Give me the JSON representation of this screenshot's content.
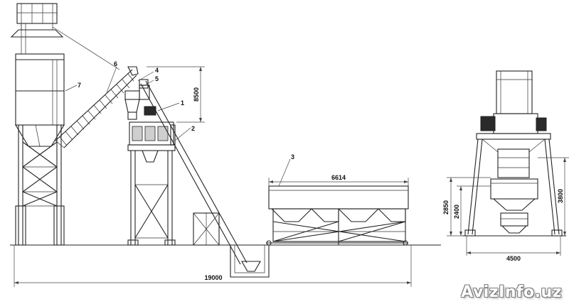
{
  "parts": {
    "mixer": "1",
    "aggregate_conveyor": "2",
    "aggregate_bins": "3",
    "part_4": "4",
    "part_5": "5",
    "screw_conveyor": "6",
    "cement_silo": "7"
  },
  "dimensions": {
    "total_length": "19000",
    "bins_length": "6614",
    "side_width": "4500",
    "height_8500": "8500",
    "height_2850": "2850",
    "height_2400": "2400",
    "height_3800": "3800"
  },
  "watermark": "AvizInfo.uz"
}
